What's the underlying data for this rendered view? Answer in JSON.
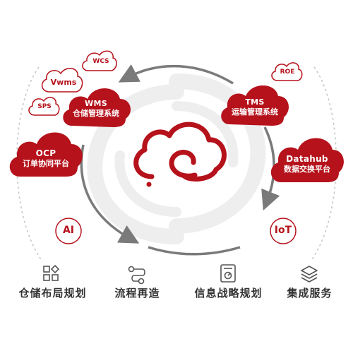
{
  "colors": {
    "brand_red": "#b5121b",
    "arrow_gray": "#7a7a7a",
    "swirl_gray": "#eeeeee",
    "text_dark": "#333333",
    "icon_gray": "#555555"
  },
  "clouds": {
    "wms": {
      "en": "WMS",
      "cn": "仓储管理系统"
    },
    "tms": {
      "en": "TMS",
      "cn": "运输管理系统"
    },
    "ocp": {
      "en": "OCP",
      "cn": "订单协同平台"
    },
    "datahub": {
      "en": "Datahub",
      "cn": "数据交换平台"
    }
  },
  "small_clouds": {
    "wcs": "WCS",
    "vwms": "Vwms",
    "sps": "SPS",
    "roe": "ROE"
  },
  "badges": {
    "ai": "AI",
    "iot": "IoT"
  },
  "bottom_items": [
    {
      "icon": "grid-apps-icon",
      "label": "仓储布局规划"
    },
    {
      "icon": "process-flow-icon",
      "label": "流程再造"
    },
    {
      "icon": "document-strategy-icon",
      "label": "信息战略规划"
    },
    {
      "icon": "layers-icon",
      "label": "集成服务"
    }
  ]
}
